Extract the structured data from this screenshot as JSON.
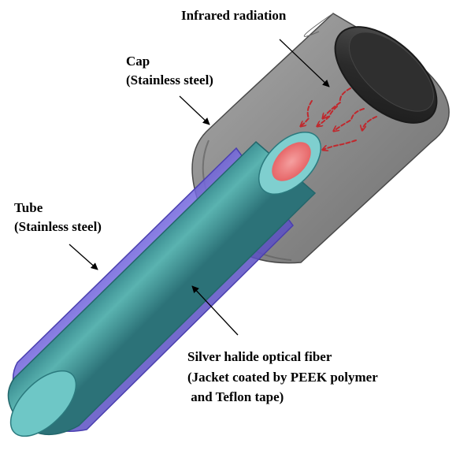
{
  "labels": {
    "infrared": "Infrared radiation",
    "cap_line1": "Cap",
    "cap_line2": "(Stainless steel)",
    "tube_line1": "Tube",
    "tube_line2": "(Stainless steel)",
    "fiber_line1": "Silver halide optical fiber",
    "fiber_line2": "(Jacket coated by PEEK polymer",
    "fiber_line3": " and Teflon tape)"
  },
  "colors": {
    "cap_body": "#8a8a8a",
    "cap_face": "#2c2c2c",
    "tube_shell": "#7c6fe0",
    "fiber_core": "#49a7a8",
    "fiber_tip": "#ef6f72",
    "radiation_arrows": "#c0282d"
  },
  "icons": {
    "radiation": "wavy-arrow-icon",
    "pointer": "arrow-icon"
  }
}
